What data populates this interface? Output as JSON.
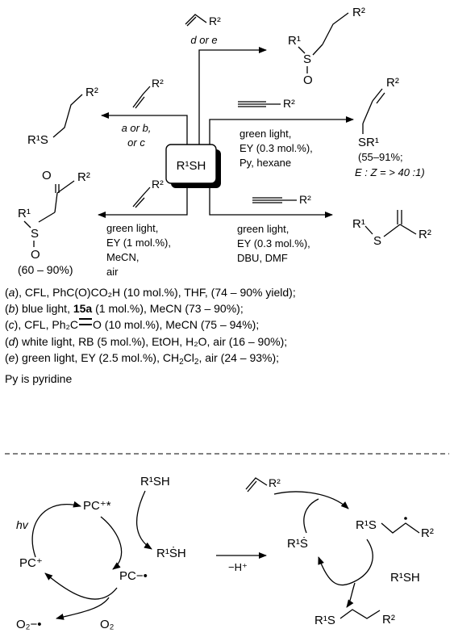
{
  "scheme": {
    "center_reagent": "R¹SH",
    "top_reagent_r": "R²",
    "top_conditions": "d or e",
    "top_product": {
      "r1": "R¹",
      "s": "S",
      "o": "O",
      "r2": "R²"
    },
    "left_upper": {
      "alkene_r": "R²",
      "conditions": [
        "a or b,",
        "or c"
      ],
      "product_r1s": "R¹S",
      "product_r2": "R²"
    },
    "right_upper": {
      "alkyne_r": "R²",
      "conditions": [
        "green light,",
        "EY (0.3 mol.%),",
        "Py, hexane"
      ],
      "product_r2": "R²",
      "product_sr1": "SR¹",
      "yield": "(55–91%;",
      "ratio": "E : Z =  > 40 :1)"
    },
    "left_lower": {
      "alkene_r": "R²",
      "conditions": [
        "green light,",
        "EY (1 mol.%),",
        "MeCN,",
        "air"
      ],
      "product": {
        "o": "O",
        "r2": "R²",
        "r1": "R¹",
        "s": "S",
        "so": "O"
      },
      "yield": "(60 – 90%)"
    },
    "right_lower": {
      "alkyne_r": "R²",
      "conditions": [
        "green light,",
        "EY (0.3 mol.%),",
        "DBU, DMF"
      ],
      "product": {
        "r1": "R¹",
        "s": "S",
        "r2": "R²"
      }
    }
  },
  "footnotes": {
    "a": {
      "key": "a",
      "text": ", CFL, PhC(O)CO₂H (10 mol.%), THF, (74 – 90% yield);"
    },
    "b": {
      "key": "b",
      "pre": " blue light, ",
      "bold": "15a",
      "post": " (1 mol.%), MeCN (73 – 90%);"
    },
    "c": {
      "key": "c",
      "pre": ", CFL, Ph₂C",
      "post": "O (10 mol.%), MeCN (75 – 94%);"
    },
    "d": {
      "key": "d",
      "text": " white light, RB (5 mol.%), EtOH, H₂O, air (16 – 90%);"
    },
    "e": {
      "key": "e",
      "pre": " green light, EY (2.5 mol.%), CH",
      "sub": "2",
      "mid": "Cl",
      "sub2": "2",
      "post": ", air (24 – 93%);"
    },
    "py": "Py is pyridine"
  },
  "mechanism": {
    "hv": "hv",
    "pc_excited": "PC⁺*",
    "pc_plus": "PC⁺",
    "pc_minus": "PC−•",
    "o2_radical": "O₂−•",
    "o2": "O₂",
    "r1sh_in": "R¹SH",
    "radical_cation": "R¹ṠH",
    "minus_h": "−H⁺",
    "thiyl": "R¹Ṡ",
    "alkene_r": "R²",
    "carbon_radical_r1s": "R¹S",
    "carbon_radical_r2": "R²",
    "r1sh_hat": "R¹SH",
    "final_r1s": "R¹S",
    "final_r2": "R²"
  }
}
